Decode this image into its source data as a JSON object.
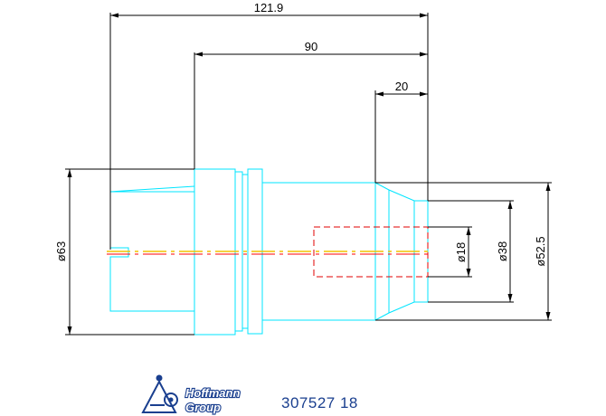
{
  "dimensions": {
    "overall_length": "121.9",
    "length_90": "90",
    "length_20": "20",
    "dia_63": "ø63",
    "dia_18": "ø18",
    "dia_38": "ø38",
    "dia_52_5": "ø52.5"
  },
  "logo": {
    "line1": "Hoffmann",
    "line2": "Group"
  },
  "part_number": "307527 18",
  "colors": {
    "outline": "#00e5ff",
    "dimension": "#000000",
    "hidden": "#e00000",
    "centerline_red": "#ff0000",
    "centerline_yellow": "#f2c400",
    "brand": "#1a3f8f"
  }
}
